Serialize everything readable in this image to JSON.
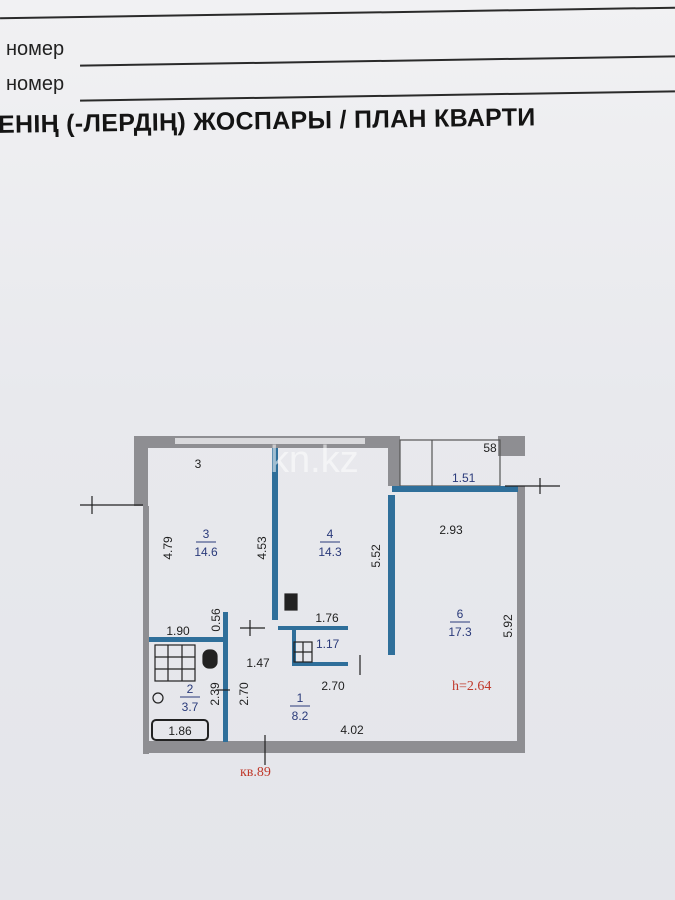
{
  "header": {
    "row1_label": "номер",
    "row2_label": "номер",
    "title": "ЕНІҢ (-ЛЕРДІҢ) ЖОСПАРЫ / ПЛАН КВАРТИ"
  },
  "watermark": "kn.kz",
  "apartment": {
    "label": "кв.89",
    "height": "h=2.64"
  },
  "rooms": [
    {
      "number": "3",
      "area": "14.6"
    },
    {
      "number": "4",
      "area": "14.3"
    },
    {
      "number": "6",
      "area": "17.3"
    },
    {
      "number": "2",
      "area": "3.7"
    },
    {
      "number": "1",
      "area": "8.2"
    },
    {
      "number": "",
      "area": "1.17"
    },
    {
      "number": "",
      "area": "1.51"
    }
  ],
  "dimensions": {
    "room3_top": "3",
    "room3_height": "4.79",
    "wall_34": "4.53",
    "room4_height": "5.52",
    "room6_width": "2.93",
    "room6_height": "5.92",
    "bath_width": "1.90",
    "bath_gap": "0.56",
    "closet_width": "1.76",
    "hall_width": "1.47",
    "hall_height": "2.70",
    "hall_right": "2.70",
    "bath_height": "2.39",
    "bottom_width": "4.02",
    "tub": "1.86",
    "balcony_right": "58"
  },
  "colors": {
    "wall": "#8e8e92",
    "partition": "#2f6f9a",
    "accent_red": "#c0392b"
  }
}
